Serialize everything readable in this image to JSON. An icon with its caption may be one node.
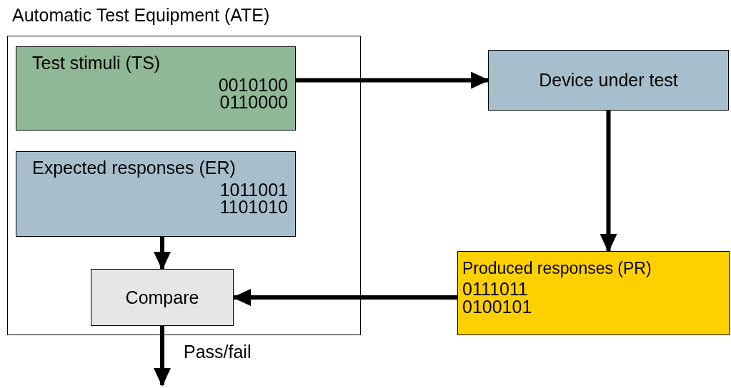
{
  "diagram": {
    "nodes": [
      {
        "text": [
          "Automatic Test Equipment (ATE)"
        ]
      },
      {
        "text": [
          "Test stimuli (TS)",
          "0010100",
          "0110000"
        ],
        "in": 0
      },
      {
        "text": [
          "Expected responses (ER)",
          "1011001",
          "1101010"
        ],
        "in": 0
      },
      {
        "text": [
          "Compare"
        ],
        "in": 0
      },
      {
        "text": [
          "Device under test"
        ]
      },
      {
        "text": [
          "Produced responses (PR)",
          "0111011",
          "0100101"
        ]
      }
    ],
    "edges": [
      {
        "from": 1,
        "to": 4,
        "arrow": "to"
      },
      {
        "from": 4,
        "to": 5,
        "arrow": "to"
      },
      {
        "from": 5,
        "to": 3,
        "arrow": "to"
      },
      {
        "from": 2,
        "to": 3,
        "arrow": "to"
      },
      {
        "from": 3,
        "to": null,
        "arrow": "to",
        "label": "Pass/fail"
      }
    ]
  }
}
